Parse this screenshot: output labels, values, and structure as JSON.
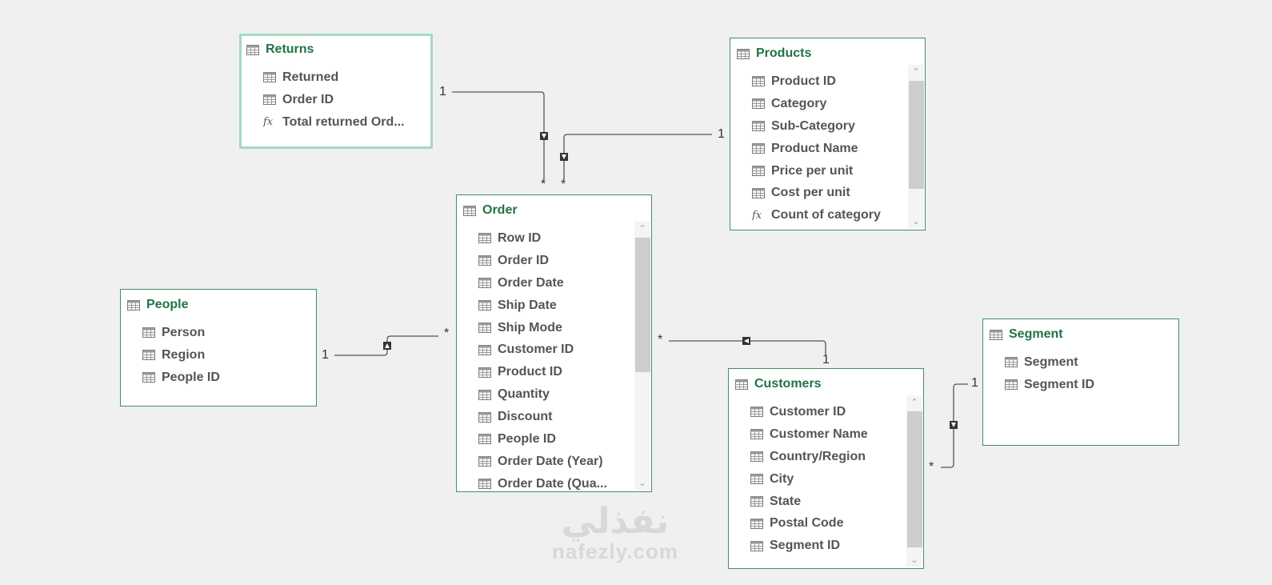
{
  "tables": {
    "returns": {
      "title": "Returns",
      "fields": [
        {
          "name": "Returned",
          "type": "column"
        },
        {
          "name": "Order ID",
          "type": "column"
        },
        {
          "name": "Total returned Ord...",
          "type": "measure"
        }
      ]
    },
    "products": {
      "title": "Products",
      "fields": [
        {
          "name": "Product ID",
          "type": "column"
        },
        {
          "name": "Category",
          "type": "column"
        },
        {
          "name": "Sub-Category",
          "type": "column"
        },
        {
          "name": "Product Name",
          "type": "column"
        },
        {
          "name": "Price per unit",
          "type": "column"
        },
        {
          "name": "Cost per unit",
          "type": "column"
        },
        {
          "name": "Count of category",
          "type": "measure"
        }
      ]
    },
    "order": {
      "title": "Order",
      "fields": [
        {
          "name": "Row ID",
          "type": "column"
        },
        {
          "name": "Order ID",
          "type": "column"
        },
        {
          "name": "Order Date",
          "type": "column"
        },
        {
          "name": "Ship Date",
          "type": "column"
        },
        {
          "name": "Ship Mode",
          "type": "column"
        },
        {
          "name": "Customer ID",
          "type": "column"
        },
        {
          "name": "Product ID",
          "type": "column"
        },
        {
          "name": "Quantity",
          "type": "column"
        },
        {
          "name": "Discount",
          "type": "column"
        },
        {
          "name": "People ID",
          "type": "column"
        },
        {
          "name": "Order Date (Year)",
          "type": "column"
        },
        {
          "name": "Order Date (Qua...",
          "type": "column"
        }
      ]
    },
    "people": {
      "title": "People",
      "fields": [
        {
          "name": "Person",
          "type": "column"
        },
        {
          "name": "Region",
          "type": "column"
        },
        {
          "name": "People ID",
          "type": "column"
        }
      ]
    },
    "customers": {
      "title": "Customers",
      "fields": [
        {
          "name": "Customer ID",
          "type": "column"
        },
        {
          "name": "Customer Name",
          "type": "column"
        },
        {
          "name": "Country/Region",
          "type": "column"
        },
        {
          "name": "City",
          "type": "column"
        },
        {
          "name": "State",
          "type": "column"
        },
        {
          "name": "Postal Code",
          "type": "column"
        },
        {
          "name": "Segment ID",
          "type": "column"
        }
      ]
    },
    "segment": {
      "title": "Segment",
      "fields": [
        {
          "name": "Segment",
          "type": "column"
        },
        {
          "name": "Segment ID",
          "type": "column"
        }
      ]
    }
  },
  "relationships": {
    "returns_order": {
      "one": "1",
      "many": "*"
    },
    "products_order": {
      "one": "1",
      "many": "*"
    },
    "people_order": {
      "one": "1",
      "many": "*"
    },
    "customers_order": {
      "one": "1",
      "many": "*"
    },
    "segment_customers": {
      "one": "1",
      "many": "*"
    }
  },
  "watermark": {
    "arabic": "نفذلي",
    "latin": "nafezly.com"
  },
  "colors": {
    "title": "#217346",
    "selected_border": "#a6d9c0",
    "border": "#3f8f66",
    "canvas": "#f0f0f0"
  }
}
